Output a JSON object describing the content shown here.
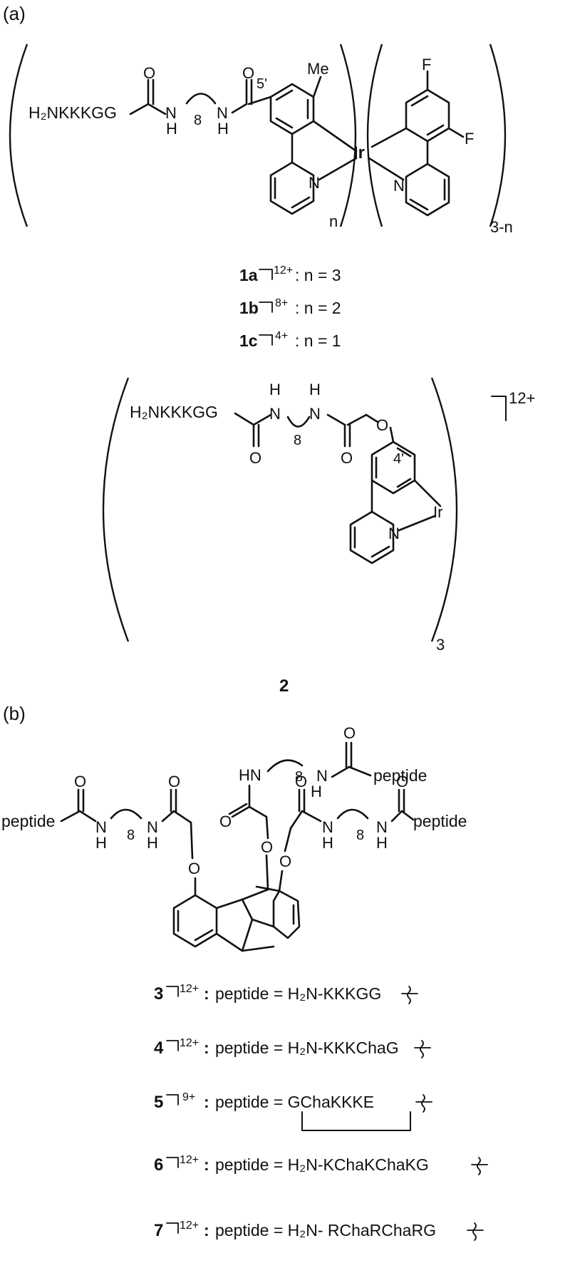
{
  "panel_a": {
    "label": "(a)",
    "complex1": {
      "chain": "H₂NKKKGG",
      "nh1": "N",
      "h1": "H",
      "spacer": "8",
      "nh2": "N",
      "h2": "H",
      "o1": "O",
      "o2": "O",
      "me": "Me",
      "pos": "5'",
      "ir": "Ir",
      "n_py1": "N",
      "n_py2": "N",
      "f1": "F",
      "f2": "F",
      "sub_n": "n",
      "sub_3n": "3-n"
    },
    "compounds": [
      {
        "id": "1a",
        "charge": "12+",
        "cond": ": n = 3"
      },
      {
        "id": "1b",
        "charge": "8+",
        "cond": ": n = 2"
      },
      {
        "id": "1c",
        "charge": "4+",
        "cond": ": n = 1"
      }
    ],
    "complex2": {
      "chain": "H₂NKKKGG",
      "nh1": "N",
      "h1": "H",
      "spacer": "8",
      "nh2": "N",
      "h2": "H",
      "o1": "O",
      "o2": "O",
      "o3": "O",
      "pos": "4'",
      "ir": "Ir",
      "n_py": "N",
      "sub": "3",
      "charge": "12+",
      "id": "2"
    }
  },
  "panel_b": {
    "label": "(b)",
    "scaffold": {
      "peptide_top": "peptide",
      "peptide_left": "peptide",
      "peptide_right": "peptide",
      "hn_top": "HN",
      "n_top": "N",
      "h_top": "H",
      "spacer": "8",
      "o": "O",
      "n": "N",
      "h": "H"
    },
    "compounds": [
      {
        "id": "3",
        "charge": "12+",
        "text": "peptide = H₂N-KKKGG"
      },
      {
        "id": "4",
        "charge": "12+",
        "text": "peptide = H₂N-KKKChaG"
      },
      {
        "id": "5",
        "charge": "9+",
        "text": "peptide = GChaKKKE"
      },
      {
        "id": "6",
        "charge": "12+",
        "text": "peptide = H₂N-KChaKChaKG"
      },
      {
        "id": "7",
        "charge": "12+",
        "text": "peptide = H₂N- RChaRChaRG"
      }
    ]
  }
}
